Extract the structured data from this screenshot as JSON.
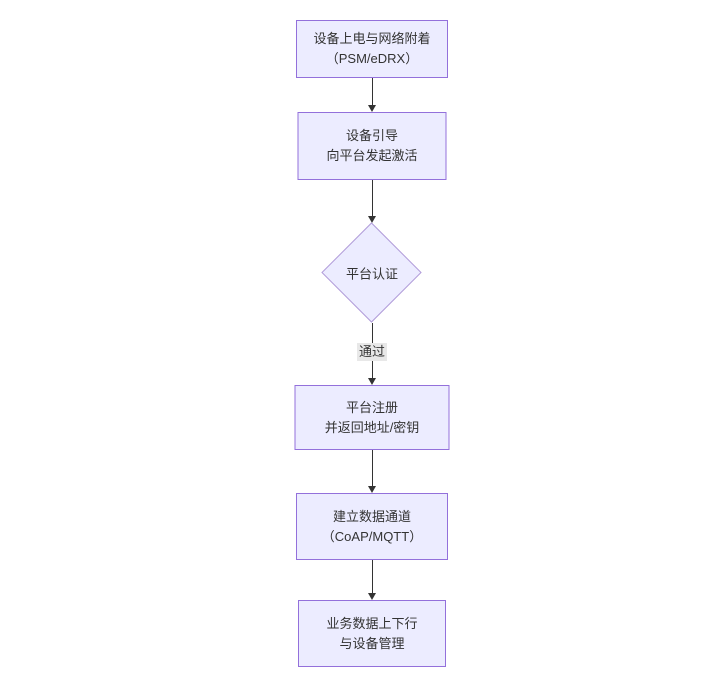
{
  "diagram": {
    "type": "flowchart",
    "direction": "top-down",
    "nodes": {
      "power": {
        "shape": "rect",
        "lines": [
          "设备上电与网络附着",
          "（PSM/eDRX）"
        ]
      },
      "bootstrap": {
        "shape": "rect",
        "lines": [
          "设备引导",
          "向平台发起激活"
        ]
      },
      "auth": {
        "shape": "diamond",
        "label": "平台认证"
      },
      "register": {
        "shape": "rect",
        "lines": [
          "平台注册",
          "并返回地址/密钥"
        ]
      },
      "channel": {
        "shape": "rect",
        "lines": [
          "建立数据通道",
          "（CoAP/MQTT）"
        ]
      },
      "business": {
        "shape": "rect",
        "lines": [
          "业务数据上下行",
          "与设备管理"
        ]
      }
    },
    "edges": [
      {
        "from": "power",
        "to": "bootstrap",
        "label": ""
      },
      {
        "from": "bootstrap",
        "to": "auth",
        "label": ""
      },
      {
        "from": "auth",
        "to": "register",
        "label": "通过"
      },
      {
        "from": "register",
        "to": "channel",
        "label": ""
      },
      {
        "from": "channel",
        "to": "business",
        "label": ""
      }
    ],
    "edge_label_pass": "通过",
    "colors": {
      "node_fill": "#ECECFF",
      "node_border": "#9370DB",
      "text": "#333333",
      "arrow": "#333333",
      "edge_label_bg": "#e8e8e8",
      "background": "#ffffff"
    }
  }
}
